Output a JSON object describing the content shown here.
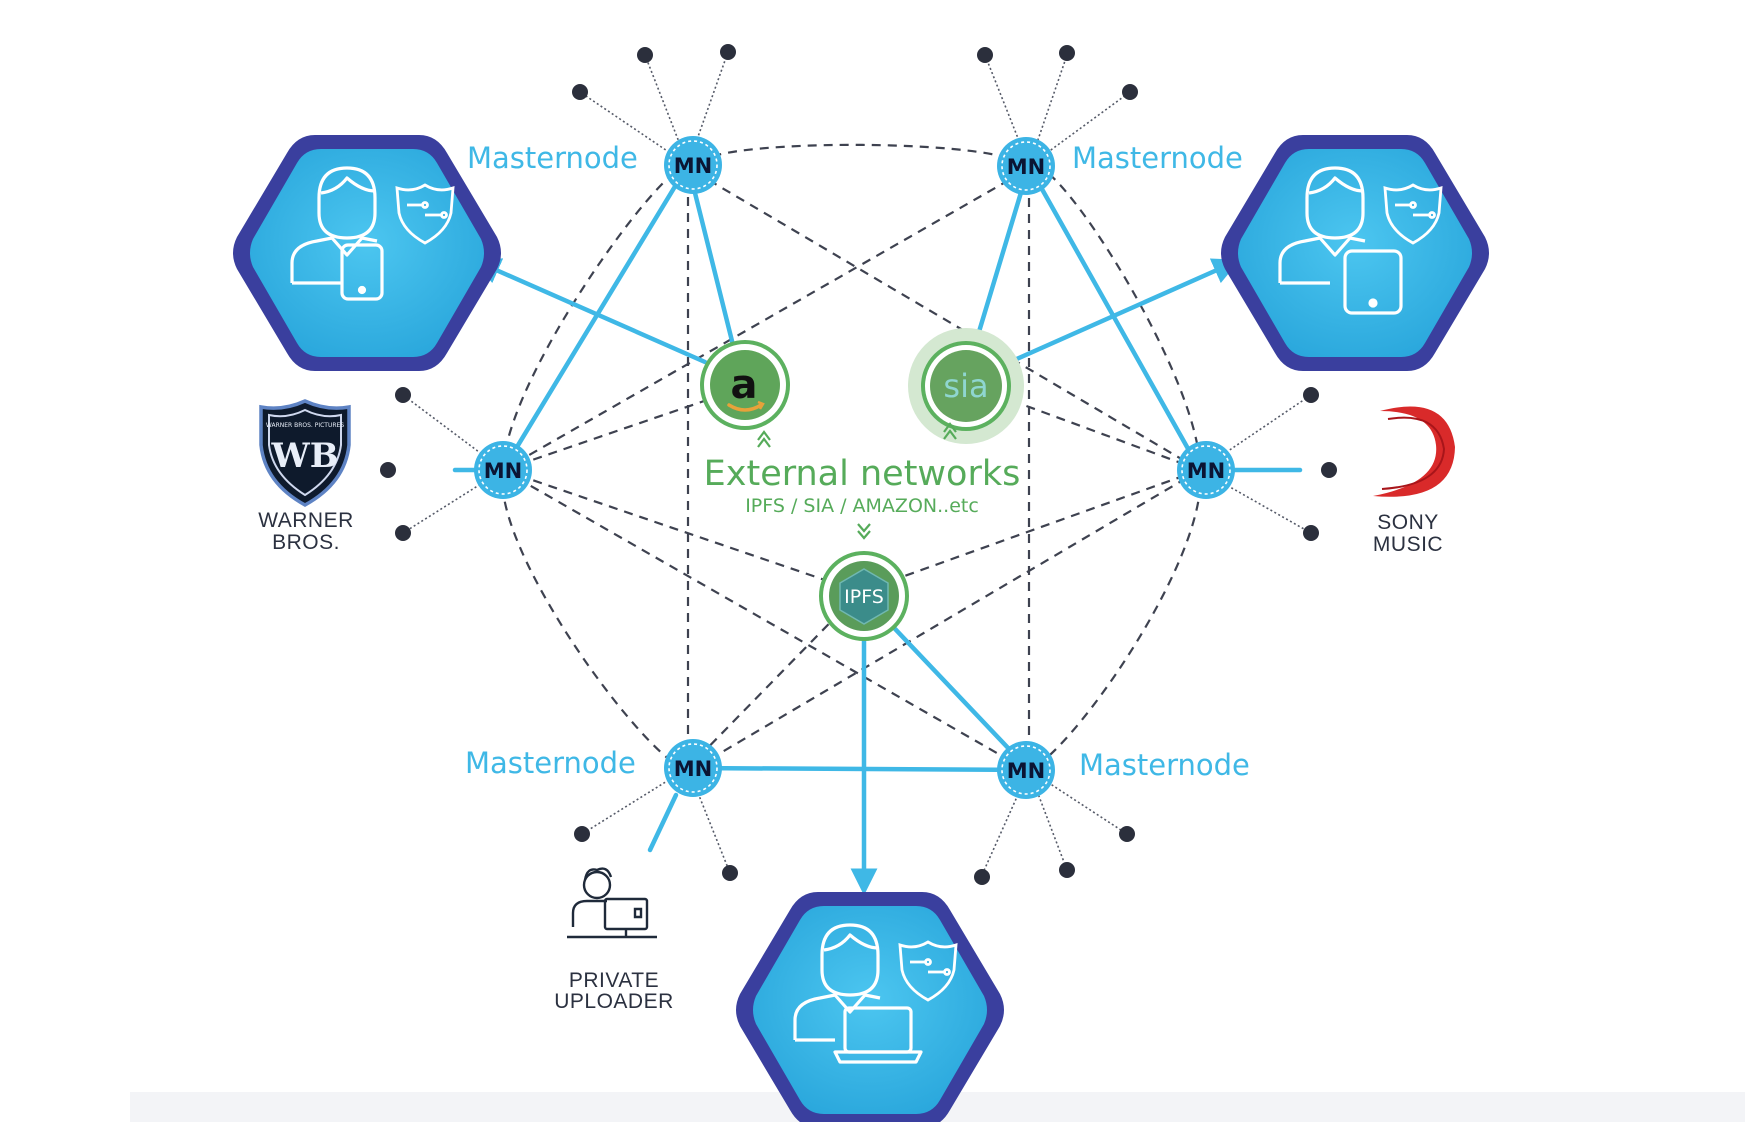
{
  "masternodes": [
    {
      "id": "mn-top-left",
      "badge": "MN",
      "label": "Masternode"
    },
    {
      "id": "mn-top-right",
      "badge": "MN",
      "label": "Masternode"
    },
    {
      "id": "mn-middle-left",
      "badge": "MN",
      "label": ""
    },
    {
      "id": "mn-middle-right",
      "badge": "MN",
      "label": ""
    },
    {
      "id": "mn-bottom-left",
      "badge": "MN",
      "label": "Masternode"
    },
    {
      "id": "mn-bottom-right",
      "badge": "MN",
      "label": "Masternode"
    }
  ],
  "external": {
    "title": "External networks",
    "subtitle": "IPFS / SIA / AMAZON..etc",
    "amazon_glyph": "a",
    "sia_logo": "sia",
    "ipfs_logo": "IPFS"
  },
  "brands": {
    "warner_line1": "WARNER",
    "warner_line2": "BROS.",
    "warner_shield_letters": "WB",
    "warner_shield_arc": "WARNER BROS. PICTURES",
    "sony_line1": "SONY",
    "sony_line2": "MUSIC",
    "uploader_line1": "PRIVATE",
    "uploader_line2": "UPLOADER"
  },
  "colors": {
    "accent_blue": "#3fb8e6",
    "node_fill": "#3cb4e5",
    "navy": "#0b1533",
    "hex_border": "#3a3f9e",
    "green": "#56ab5a",
    "dash_gray": "#3e4250",
    "sony_red": "#d92a2a"
  }
}
